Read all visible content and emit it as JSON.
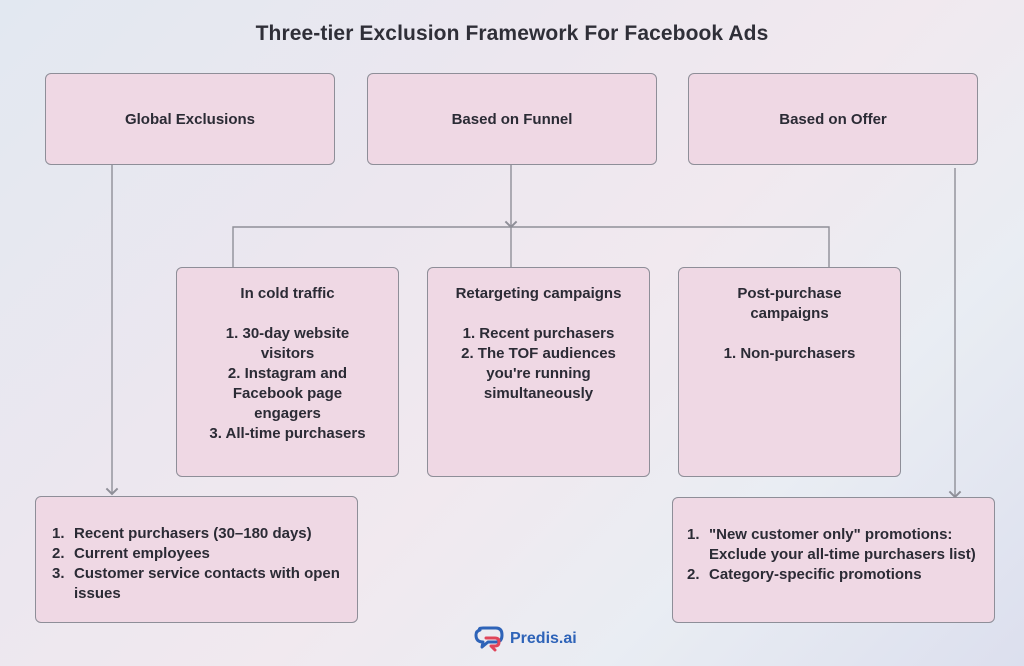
{
  "title": "Three-tier Exclusion Framework For Facebook Ads",
  "top_boxes": [
    {
      "label": "Global Exclusions"
    },
    {
      "label": "Based on Funnel"
    },
    {
      "label": "Based on Offer"
    }
  ],
  "funnel_boxes": [
    {
      "title": "In cold traffic",
      "items": [
        "1. 30-day website",
        "visitors",
        "2. Instagram and",
        "Facebook page",
        "engagers",
        "3. All-time purchasers"
      ]
    },
    {
      "title": "Retargeting campaigns",
      "items": [
        "1. Recent purchasers",
        "2. The TOF audiences",
        "you're running",
        "simultaneously"
      ]
    },
    {
      "title": "Post-purchase campaigns",
      "items": [
        "1. Non-purchasers"
      ]
    }
  ],
  "global_list": {
    "items": [
      {
        "num": "1.",
        "text": "Recent purchasers (30–180 days)"
      },
      {
        "num": "2.",
        "text": "Current employees"
      },
      {
        "num": "3.",
        "text": "Customer service contacts with open issues"
      }
    ]
  },
  "offer_list": {
    "items": [
      {
        "num": "1.",
        "text": "\"New customer only\" promotions: Exclude your all-time purchasers list)"
      },
      {
        "num": "2.",
        "text": "Category-specific promotions"
      }
    ]
  },
  "logo": {
    "text": "Predis.ai",
    "icon": "speech-bubble-icon"
  },
  "colors": {
    "box_fill": "#efd8e4",
    "border": "#8e8e98",
    "connector": "#8f8f98",
    "logo_blue": "#2e63b8",
    "logo_red": "#e0455a"
  }
}
